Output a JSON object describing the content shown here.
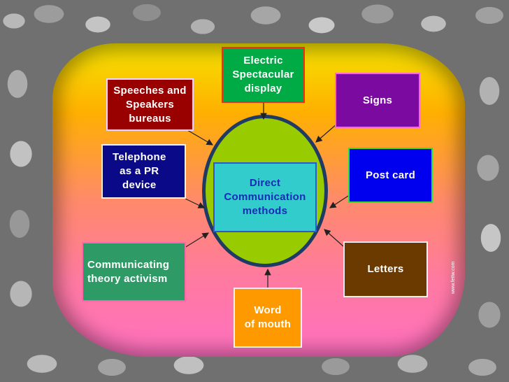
{
  "center": {
    "label": "Direct\nCommunication\nmethods"
  },
  "nodes": [
    {
      "id": "electric",
      "label": "Electric\nSpectacular\ndisplay"
    },
    {
      "id": "speeches",
      "label": "Speeches and\nSpeakers\nbureaus"
    },
    {
      "id": "signs",
      "label": "Signs"
    },
    {
      "id": "telephone",
      "label": "Telephone\nas a PR\ndevice"
    },
    {
      "id": "postcard",
      "label": "Post card"
    },
    {
      "id": "communicating",
      "label": "Communicating\ntheory activism"
    },
    {
      "id": "letters",
      "label": "Letters"
    },
    {
      "id": "word",
      "label": "Word\nof mouth"
    }
  ],
  "colors": {
    "electric": "#00aa44",
    "speeches": "#990000",
    "signs": "#7a0aa0",
    "telephone": "#0a0a88",
    "postcard": "#0000ee",
    "communicating": "#2e9a66",
    "letters": "#6b3a00",
    "word": "#ff9900",
    "ellipse": "#99cc00",
    "center": "#33cccc"
  },
  "watermark": "www.fettw.com"
}
